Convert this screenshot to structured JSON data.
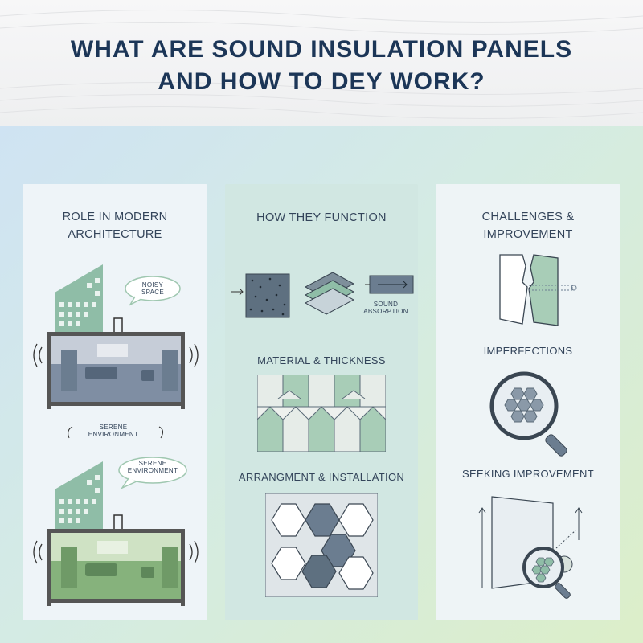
{
  "title": {
    "line1": "WHAT ARE SOUND INSULATION PANELS",
    "line2": "AND HOW TO DEY WORK?"
  },
  "colors": {
    "title": "#1c3657",
    "text": "#33445a",
    "teal": "#8fbda7",
    "slate": "#6b7d90",
    "green": "#9fc79a"
  },
  "column1": {
    "heading_line1": "ROLE IN MODERN",
    "heading_line2": "ARCHITECTURE",
    "noisy_bubble_line1": "NOISY",
    "noisy_bubble_line2": "SPACE",
    "serene_caption_line1": "SERENE",
    "serene_caption_line2": "ENVIRONMENT",
    "serene_bubble_line1": "SERENE",
    "serene_bubble_line2": "ENVIRONMENT"
  },
  "column2": {
    "heading": "HOW THEY FUNCTION",
    "sound_label_line1": "SOUND",
    "sound_label_line2": "ABSORPTION",
    "material_heading": "MATERIAL & THICKNESS",
    "arrangement_heading": "ARRANGMENT & INSTALLATION"
  },
  "column3": {
    "heading_line1": "CHALLENGES &",
    "heading_line2": "IMPROVEMENT",
    "imperfections_heading": "IMPERFECTIONS",
    "seeking_heading": "SEEKING IMPROVEMENT"
  }
}
